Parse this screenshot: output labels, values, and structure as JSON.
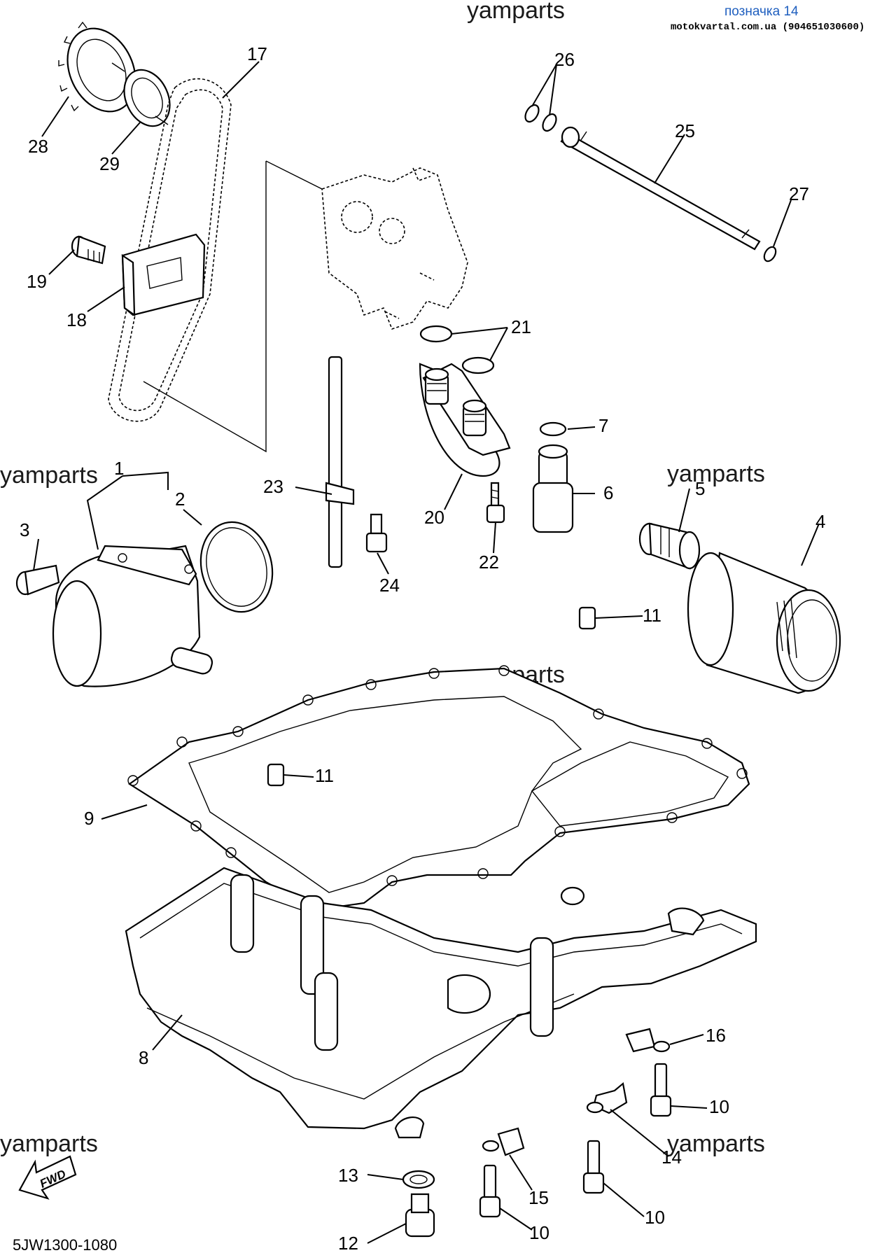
{
  "header": {
    "title": "позначка 14",
    "site": "motokvartal.com.ua (904651030600)"
  },
  "watermarks": [
    "yamparts",
    "yamparts",
    "yamparts",
    "yamparts",
    "yamparts",
    "yamparts"
  ],
  "diagram_code": "5JW1300-1080",
  "fwd_label": "FWD",
  "callouts": {
    "c1": "1",
    "c2": "2",
    "c3": "3",
    "c4": "4",
    "c5": "5",
    "c6": "6",
    "c7": "7",
    "c8": "8",
    "c9": "9",
    "c10a": "10",
    "c10b": "10",
    "c10c": "10",
    "c11a": "11",
    "c11b": "11",
    "c12": "12",
    "c13": "13",
    "c14": "14",
    "c15": "15",
    "c16": "16",
    "c17": "17",
    "c18": "18",
    "c19": "19",
    "c20": "20",
    "c21": "21",
    "c22": "22",
    "c23": "23",
    "c24": "24",
    "c25": "25",
    "c26": "26",
    "c27": "27",
    "c28": "28",
    "c29": "29"
  }
}
